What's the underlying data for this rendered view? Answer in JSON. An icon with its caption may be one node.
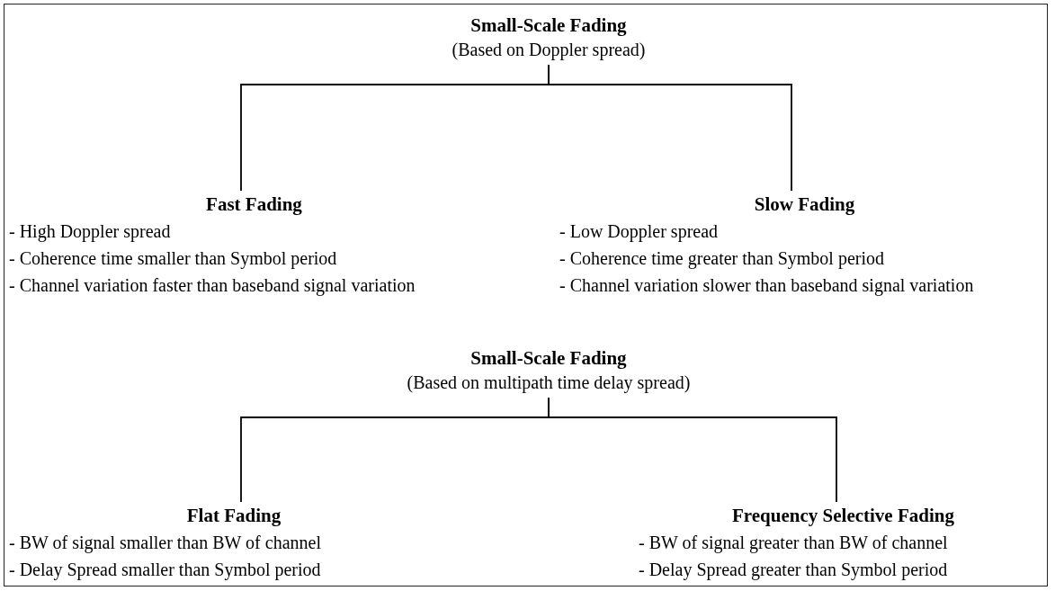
{
  "diagram": {
    "nodes": [
      {
        "text": [
          "Small-Scale Fading",
          "(Based on Doppler spread)"
        ]
      },
      {
        "text": [
          "Fast Fading",
          "- High Doppler spread",
          "- Coherence time smaller than Symbol period",
          "- Channel variation faster than baseband signal variation"
        ]
      },
      {
        "text": [
          "Slow Fading",
          "- Low Doppler spread",
          "- Coherence time greater than Symbol period",
          "- Channel variation slower than baseband signal variation"
        ]
      },
      {
        "text": [
          "Small-Scale Fading",
          "(Based on multipath time delay spread)"
        ]
      },
      {
        "text": [
          "Flat Fading",
          "- BW of signal smaller than BW of channel",
          "- Delay Spread smaller than Symbol period"
        ]
      },
      {
        "text": [
          "Frequency Selective Fading",
          "- BW of signal greater than BW of channel",
          "- Delay Spread greater than Symbol period"
        ]
      }
    ],
    "edges": [
      {
        "from": 0,
        "to": 1,
        "arrow": "none"
      },
      {
        "from": 0,
        "to": 2,
        "arrow": "none"
      },
      {
        "from": 3,
        "to": 4,
        "arrow": "none"
      },
      {
        "from": 3,
        "to": 5,
        "arrow": "none"
      }
    ]
  }
}
